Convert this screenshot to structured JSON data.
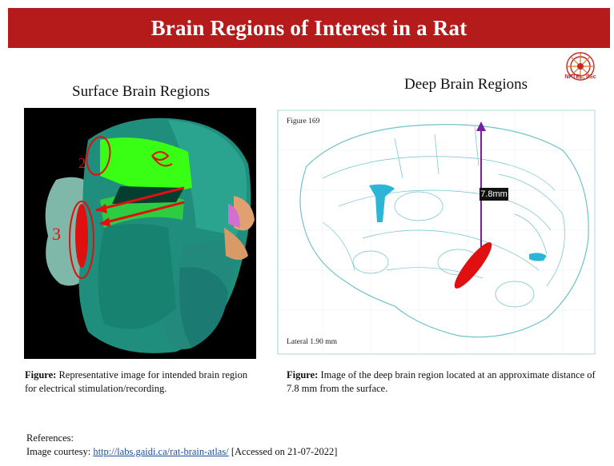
{
  "slide": {
    "title": "Brain Regions of Interest in a Rat",
    "logo_caption": "NPTEL, IISc",
    "left": {
      "heading": "Surface Brain Regions",
      "caption_bold": "Figure:",
      "caption_text": " Representative image for intended brain region for electrical stimulation/recording.",
      "annotations": [
        "2",
        "3"
      ]
    },
    "right": {
      "heading": "Deep Brain Regions",
      "figure_label": "Figure 169",
      "lateral_label": "Lateral 1.90 mm",
      "distance_label": "7.8mm",
      "caption_bold": "Figure:",
      "caption_text": " Image of the deep brain region located at an approximate distance of 7.8 mm from the surface."
    },
    "references": {
      "heading": "References:",
      "prefix": "Image courtesy: ",
      "link": "http://labs.gaidi.ca/rat-brain-atlas/",
      "suffix": " [Accessed on 21-07-2022]"
    }
  },
  "colors": {
    "title_bar": "#b51b1b",
    "brain_teal": "#2a9d8a",
    "highlight_green": "#39ff14",
    "annotation_red": "#e01010",
    "atlas_line": "#6fc3c9",
    "ventricle_blue": "#2bb5d6",
    "arrow_purple": "#7a1fa2"
  }
}
